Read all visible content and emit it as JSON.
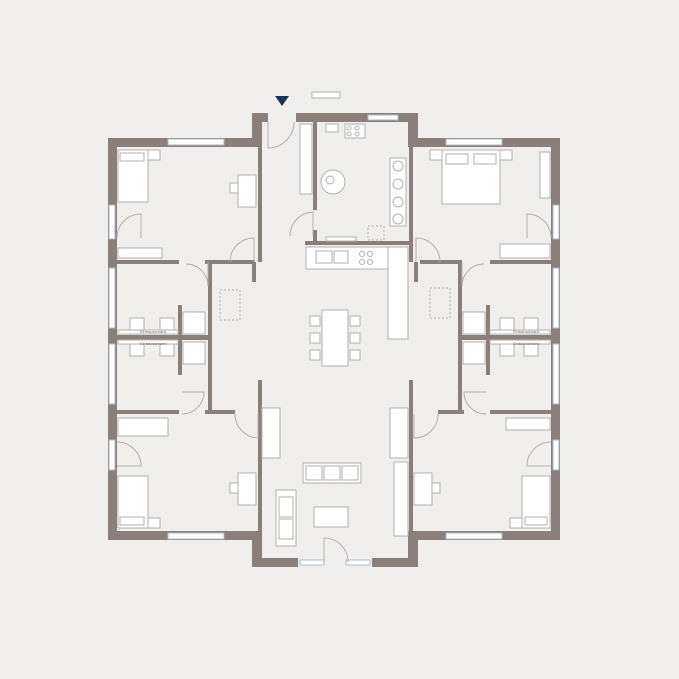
{
  "colors": {
    "background": "#f1efee",
    "walls": "#8a7f7a",
    "furniture_stroke": "#b4b0ae",
    "window_glass": "#a9b9c9",
    "entrance_marker": "#1d3557"
  },
  "icons": {
    "entrance": "triangle-down-icon"
  },
  "labels": {
    "wardrobe_left_1": "Einbauschrank",
    "wardrobe_left_2": "Einbauschrank",
    "wardrobe_right_1": "Einbauschrank",
    "wardrobe_right_2": "Einbauschrank"
  }
}
